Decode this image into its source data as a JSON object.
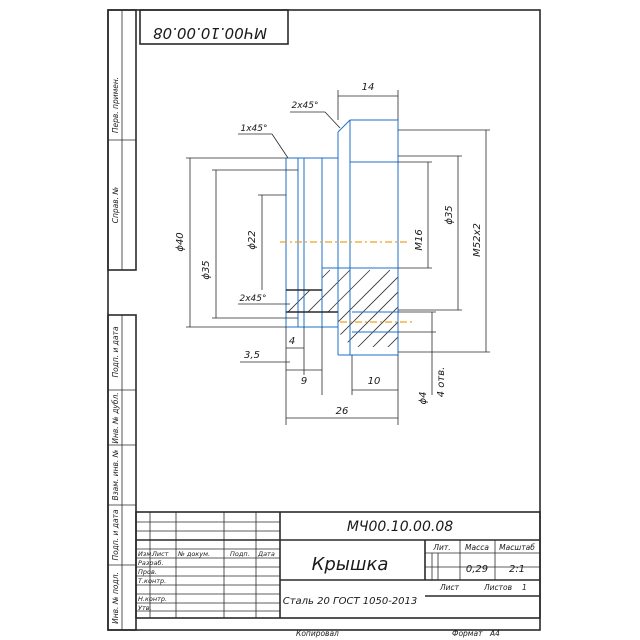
{
  "drawing": {
    "top_code_mirrored": "МЧ00.10.00.08",
    "title_code": "МЧ00.10.00.08",
    "part_name": "Крышка",
    "material": "Сталь 20 ГОСТ 1050-2013",
    "mass": "0,29",
    "scale": "2:1",
    "sheet_label": "Лист",
    "sheets_label": "Листов",
    "sheets_count": "1",
    "lit_label": "Лит.",
    "mass_label": "Масса",
    "scale_label": "Масштаб",
    "copied_label": "Копировал",
    "format_label": "Формат",
    "format_value": "А4"
  },
  "title_block_rows": {
    "header": [
      "Изм.",
      "Лист",
      "№ докум.",
      "Подп.",
      "Дата"
    ],
    "roles": [
      "Разраб.",
      "Пров.",
      "Т.контр.",
      "",
      "Н.контр.",
      "Утв."
    ]
  },
  "side_labels": [
    "Перв. примен.",
    "Справ. №",
    "Подп. и дата",
    "Инв. № дубл.",
    "Взам. инв. №",
    "Подп. и дата",
    "Инв. № подл."
  ],
  "dimensions": {
    "d_14": "14",
    "chamfer_top": "2x45°",
    "chamfer_small": "1x45°",
    "chamfer_bottom": "2x45°",
    "phi40": "ϕ40",
    "phi35_left": "ϕ35",
    "phi22": "ϕ22",
    "phi35_right": "ϕ35",
    "m16": "М16",
    "m52": "М52x2",
    "d_35": "3,5",
    "d_4": "4",
    "d_9": "9",
    "d_10": "10",
    "d_26": "26",
    "phi4": "ϕ4",
    "holes": "4 отв."
  }
}
